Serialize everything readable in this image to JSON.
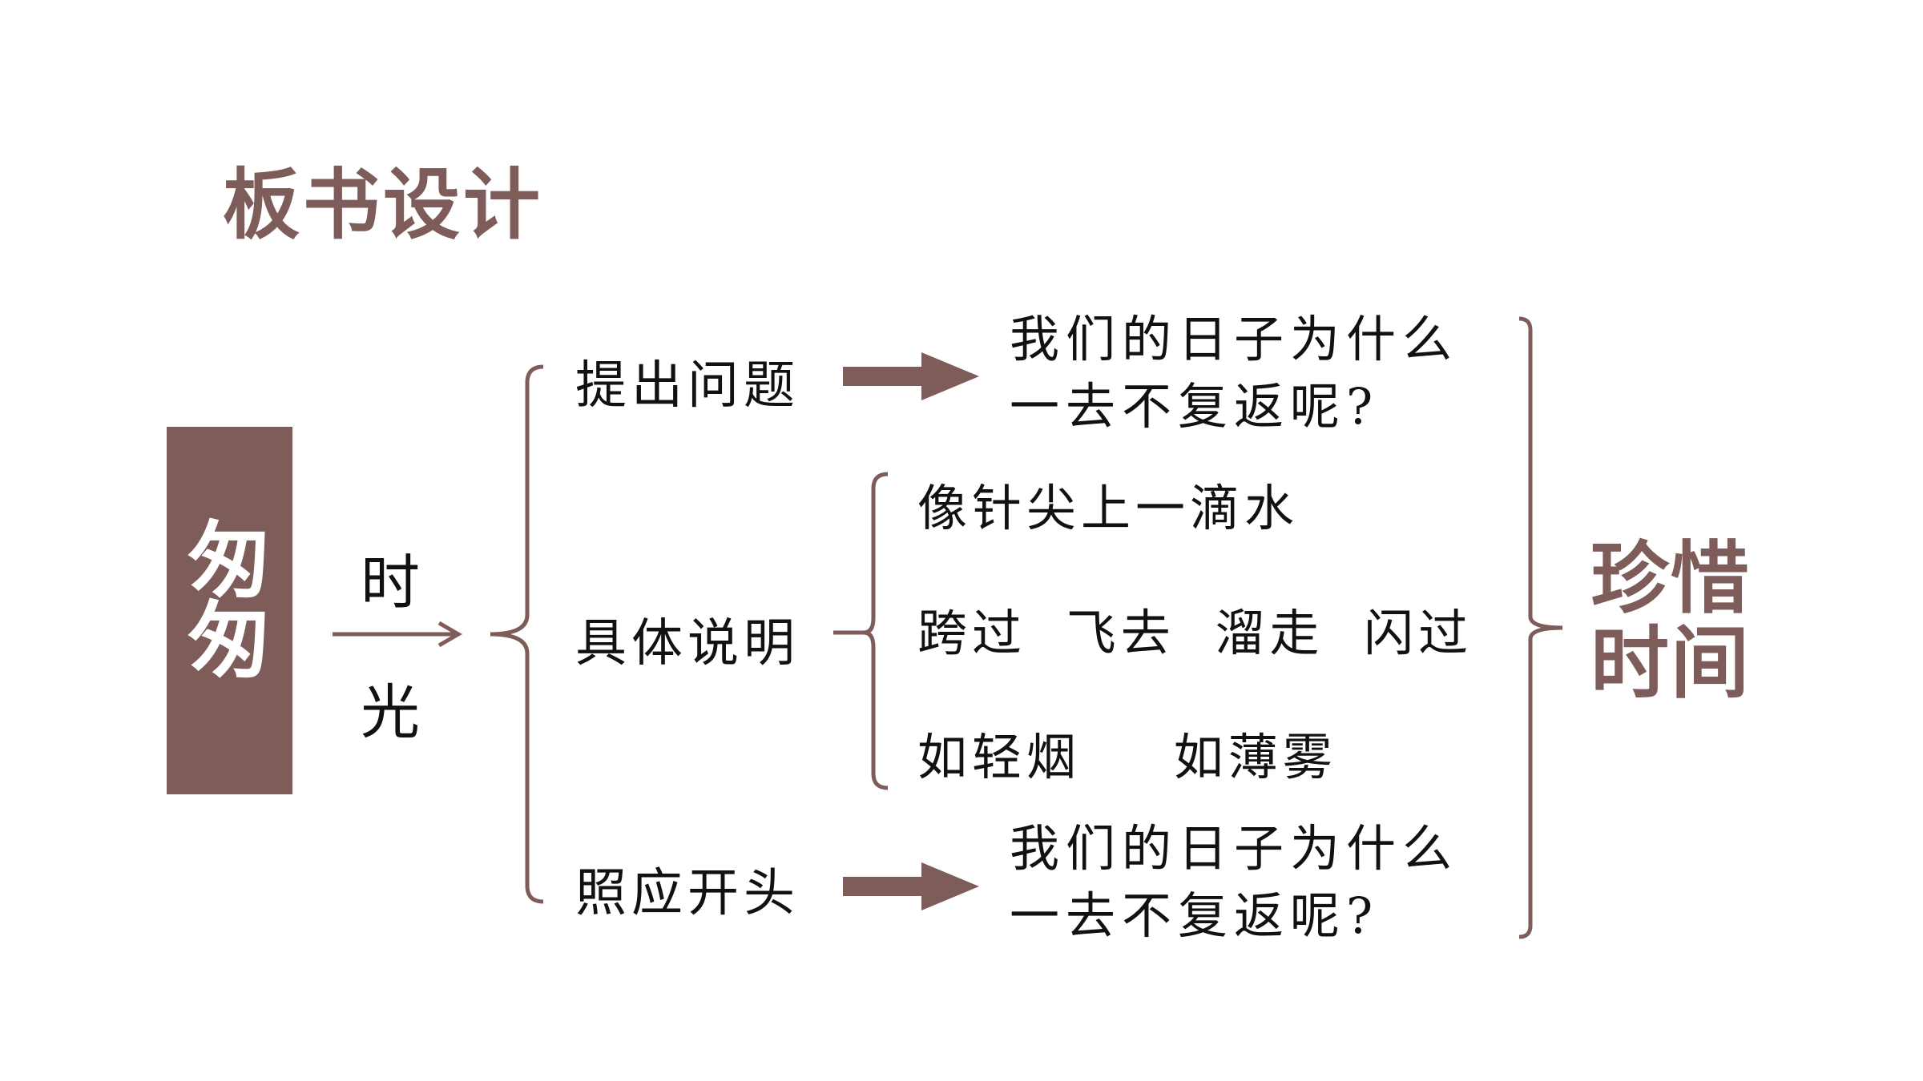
{
  "title": "板书设计",
  "main_topic": "匆匆",
  "time_upper": "时",
  "time_lower": "光",
  "branches": [
    {
      "label": "提出问题",
      "result_line1": "我们的日子为什么",
      "result_line2": "一去不复返呢?"
    },
    {
      "label": "具体说明"
    },
    {
      "label": "照应开头",
      "result_line1": "我们的日子为什么",
      "result_line2": "一去不复返呢?"
    }
  ],
  "details": [
    "像针尖上一滴水",
    "跨过 飞去 溜走 闪过",
    "如轻烟 如薄雾"
  ],
  "conclusion_line1": "珍惜",
  "conclusion_line2": "时间",
  "colors": {
    "accent": "#7d5c5a",
    "text": "#111111",
    "background": "#ffffff"
  }
}
